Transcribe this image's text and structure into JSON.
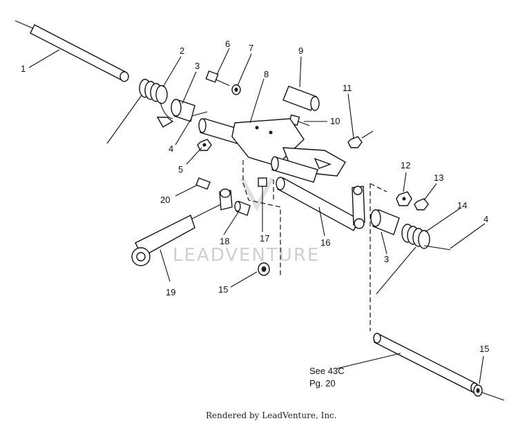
{
  "diagram": {
    "callouts": [
      {
        "label": "1"
      },
      {
        "label": "2"
      },
      {
        "label": "3"
      },
      {
        "label": "4"
      },
      {
        "label": "5"
      },
      {
        "label": "6"
      },
      {
        "label": "7"
      },
      {
        "label": "8"
      },
      {
        "label": "9"
      },
      {
        "label": "10"
      },
      {
        "label": "11"
      },
      {
        "label": "12"
      },
      {
        "label": "13"
      },
      {
        "label": "14"
      },
      {
        "label": "4"
      },
      {
        "label": "20"
      },
      {
        "label": "18"
      },
      {
        "label": "17"
      },
      {
        "label": "16"
      },
      {
        "label": "3"
      },
      {
        "label": "19"
      },
      {
        "label": "15"
      },
      {
        "label": "15"
      }
    ],
    "reference_note": {
      "line1": "See 43C",
      "line2": "Pg. 20"
    },
    "watermark": "LEADVENTURE"
  },
  "footer": {
    "text": "Rendered by LeadVenture, Inc."
  }
}
